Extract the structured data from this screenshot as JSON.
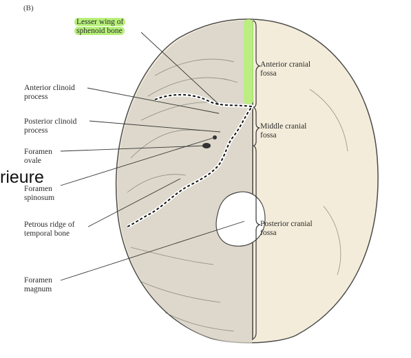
{
  "panel_letter": "(B)",
  "labels": {
    "lesser_wing": [
      "Lesser wing of",
      "sphenoid bone"
    ],
    "anterior_clinoid": [
      "Anterior clinoid",
      "process"
    ],
    "posterior_clinoid": [
      "Posterior clinoid",
      "process"
    ],
    "foramen_ovale": [
      "Foramen",
      "ovale"
    ],
    "foramen_spinosum": [
      "Foramen",
      "spinosum"
    ],
    "petrous_ridge": [
      "Petrous ridge of",
      "temporal bone"
    ],
    "foramen_magnum": [
      "Foramen",
      "magnum"
    ],
    "anterior_fossa": [
      "Anterior cranial",
      "fossa"
    ],
    "middle_fossa": [
      "Middle cranial",
      "fossa"
    ],
    "posterior_fossa": [
      "Posterior cranial",
      "fossa"
    ]
  },
  "overlay_text": "rieure",
  "colors": {
    "highlight": "#b7f07a",
    "bone": "#f3ecda",
    "line": "#333333"
  }
}
